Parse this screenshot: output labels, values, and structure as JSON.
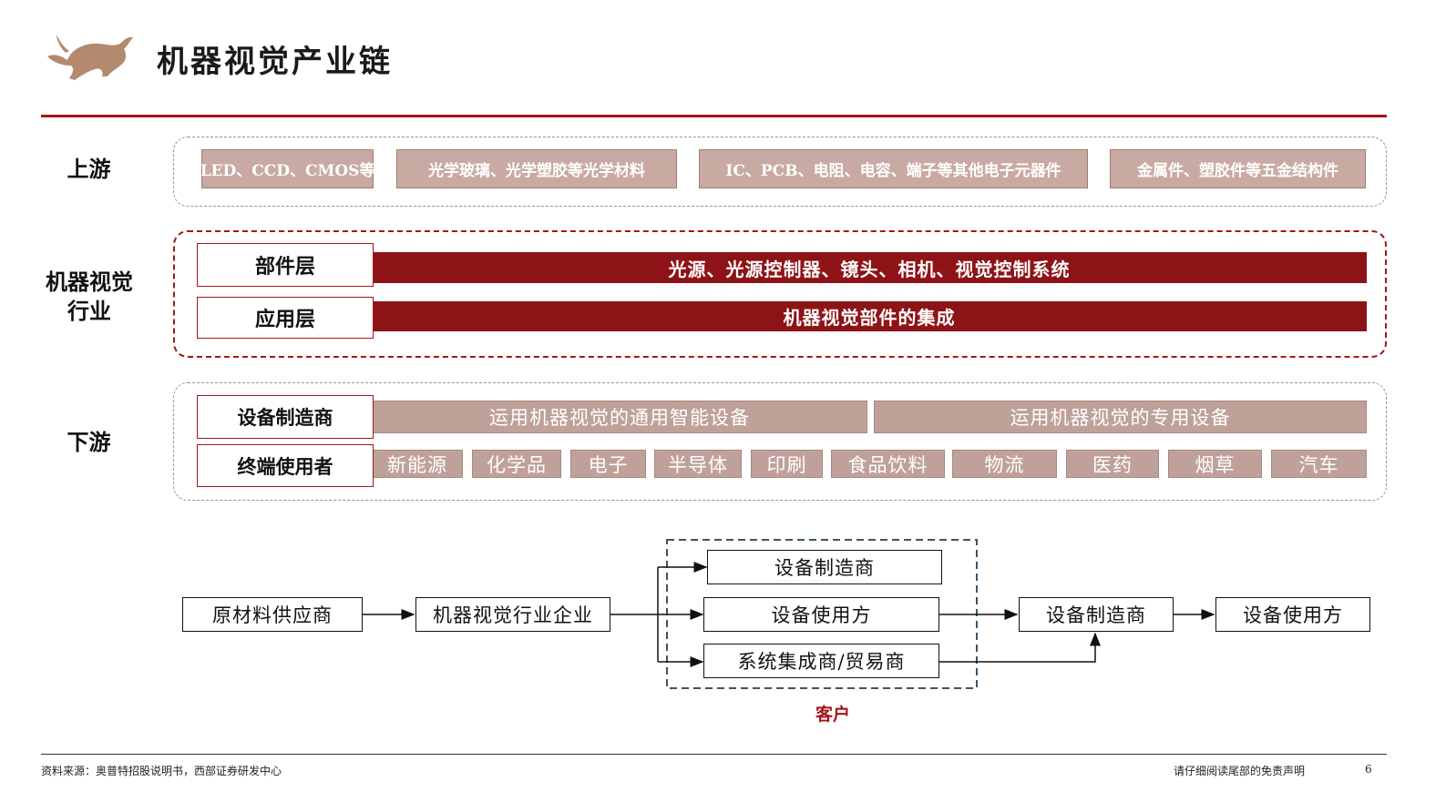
{
  "title": "机器视觉产业链",
  "rows": {
    "upstream": "上游",
    "industry_line1": "机器视觉",
    "industry_line2": "行业",
    "downstream": "下游"
  },
  "upstream_items": [
    "LED、CCD、CMOS等",
    "光学玻璃、光学塑胶等光学材料",
    "IC、PCB、电阻、电容、端子等其他电子元器件",
    "金属件、塑胶件等五金结构件"
  ],
  "industry": {
    "component_layer": "部件层",
    "component_desc": "光源、光源控制器、镜头、相机、视觉控制系统",
    "application_layer": "应用层",
    "application_desc": "机器视觉部件的集成"
  },
  "downstream": {
    "equipment_maker": "设备制造商",
    "general_equipment": "运用机器视觉的通用智能设备",
    "special_equipment": "运用机器视觉的专用设备",
    "end_user": "终端使用者",
    "sectors": [
      "新能源",
      "化学品",
      "电子",
      "半导体",
      "印刷",
      "食品饮料",
      "物流",
      "医药",
      "烟草",
      "汽车"
    ]
  },
  "flow": {
    "raw_supplier": "原材料供应商",
    "mv_enterprise": "机器视觉行业企业",
    "equipment_maker": "设备制造商",
    "equipment_user": "设备使用方",
    "integrator": "系统集成商/贸易商",
    "final_maker": "设备制造商",
    "final_user": "设备使用方",
    "customer": "客户"
  },
  "footer": {
    "source": "资料来源：奥普特招股说明书，西部证券研发中心",
    "disclaimer": "请仔细阅读尾部的免责声明",
    "page": "6"
  },
  "colors": {
    "accent": "#a3161b",
    "dark_red": "#8e1316",
    "rose": "#c0a19a",
    "logo": "#b48a6f"
  }
}
